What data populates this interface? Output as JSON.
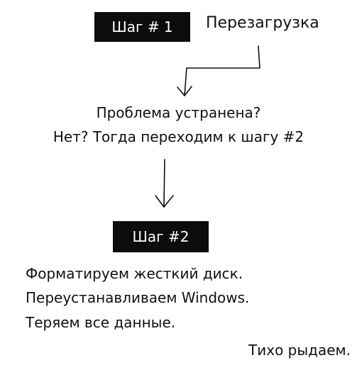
{
  "step1": {
    "label": "Шаг # 1",
    "action": "Перезагрузка"
  },
  "question": {
    "line1": "Проблема устранена?",
    "line2": "Нет? Тогда переходим к шагу #2"
  },
  "step2": {
    "label": "Шаг #2",
    "lines": [
      "Форматируем жесткий диск.",
      "Переустанавливаем Windows.",
      "Теряем все данные."
    ]
  },
  "final": "Тихо рыдаем."
}
